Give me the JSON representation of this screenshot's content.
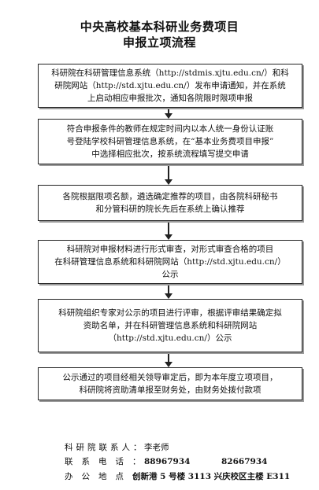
{
  "title": {
    "line1": "中央高校基本科研业务费项目",
    "line2": "申报立项流程"
  },
  "steps": [
    {
      "lines": [
        "科研院在科研管理信息系统（http://stdmis.xjtu.edu.cn/）和科",
        "研院网站（http://std.xjtu.edu.cn/）发布申请通知，并在系统",
        "上启动相应申报批次，通知各院限时限项申报"
      ]
    },
    {
      "lines": [
        "符合申报条件的教师在规定时间内以本人统一身份认证账",
        "号登陆学校科研管理信息系统，在“基本业务费项目申报”",
        "中选择相应批次，按系统流程填写提交申请"
      ]
    },
    {
      "lines": [
        "各院根据限项名额，遴选确定推荐的项目，由各院科研秘书",
        "和分管科研的院长先后在系统上确认推荐"
      ]
    },
    {
      "lines": [
        "科研院对申报材料进行形式审查，对形式审查合格的项目",
        "在科研管理信息系统和科研院网站（http://std.xjtu.edu.cn/）",
        "公示"
      ]
    },
    {
      "lines": [
        "科研院组织专家对公示的项目进行评审，根据评审结果确定拟",
        "资助名单，并在科研管理信息系统和科研院网站",
        "（http://std.xjtu.edu.cn/）公示"
      ]
    },
    {
      "lines": [
        "公示通过的项目经相关领导审定后，即为本年度立项项目，",
        "科研院将资助清单报至财务处，由财务处拨付款项"
      ]
    }
  ],
  "contact": {
    "person_label": "科研院联系人：",
    "person_value": "李老师",
    "phone_label": "联系电话：",
    "phone_value1": "88967934",
    "phone_value2": "82667934",
    "address_label": "办公地点：",
    "address_value": "创新港 5 号楼 3113   兴庆校区主楼 E311"
  }
}
